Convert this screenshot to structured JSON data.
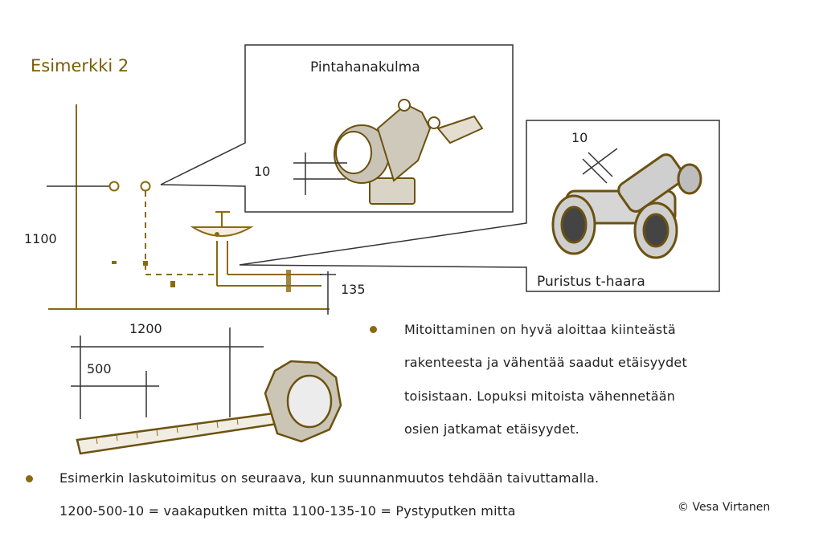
{
  "title": "Esimerkki 2",
  "callouts": {
    "angle_title": "Pintahanakulma",
    "angle_dim": "10",
    "tee_title": "Puristus t-haara",
    "tee_dim": "10"
  },
  "dimensions": {
    "height_1100": "1100",
    "offset_135": "135",
    "width_1200": "1200",
    "width_500": "500"
  },
  "bullets": {
    "first": [
      "Mitoittaminen on hyvä aloittaa kiinteästä",
      "rakenteesta ja vähentää saadut etäisyydet",
      "toisistaan. Lopuksi mitoista vähennetään",
      "osien jatkamat etäisyydet."
    ],
    "second": "Esimerkin laskutoimitus on seuraava, kun suunnanmuutos tehdään taivuttamalla.",
    "formula": "1200-500-10 = vaakaputken mitta 1100-135-10 = Pystyputken mitta"
  },
  "copyright": "© Vesa Virtanen",
  "colors": {
    "gold": "#8a6a10",
    "dark": "#333333"
  }
}
